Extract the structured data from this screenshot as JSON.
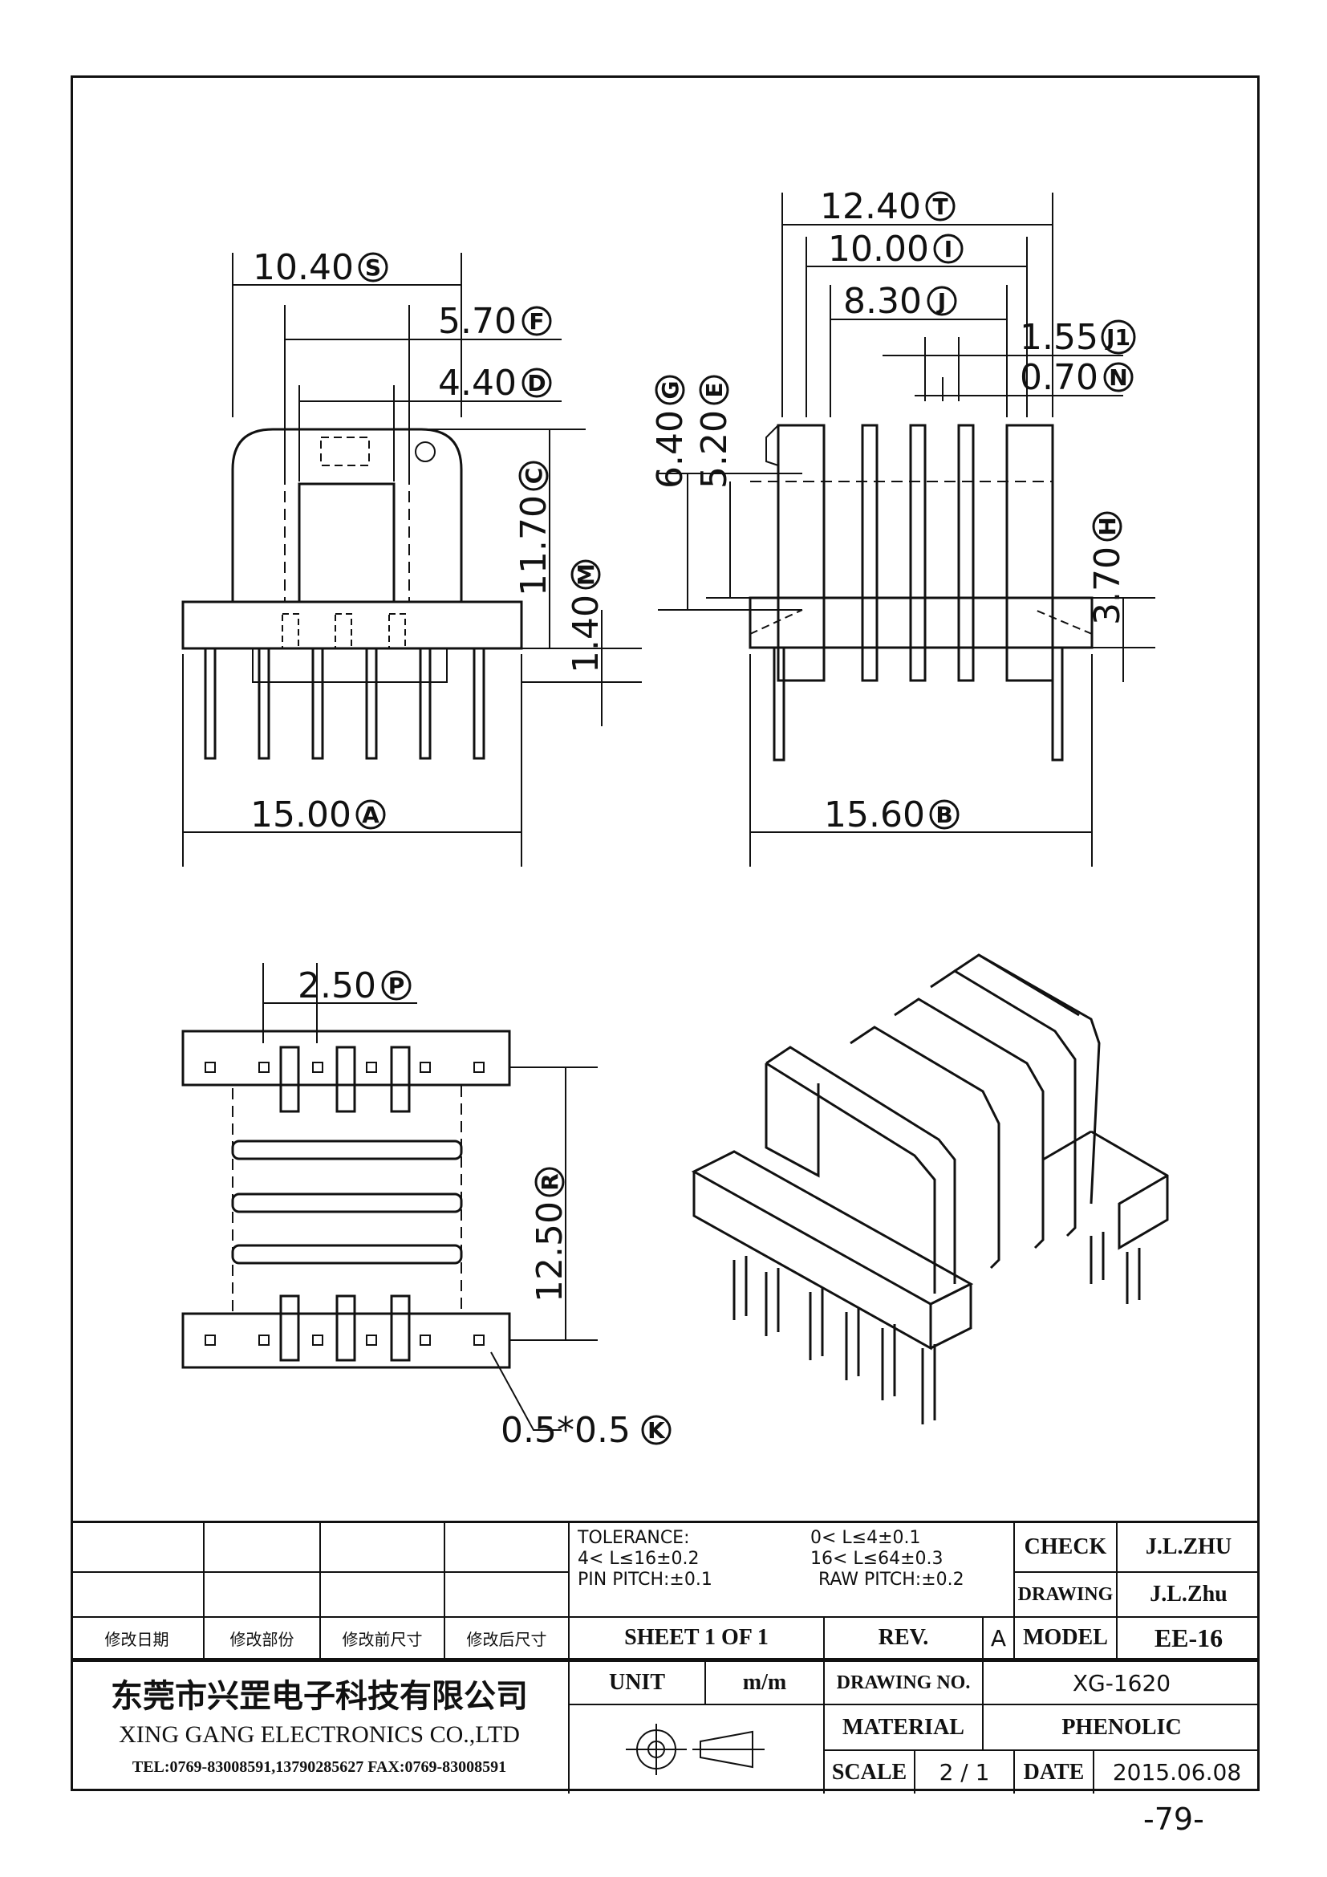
{
  "drawing": {
    "front_view": {
      "dims": [
        {
          "value": "10.40",
          "tag": "S"
        },
        {
          "value": "5.70",
          "tag": "F"
        },
        {
          "value": "4.40",
          "tag": "D"
        },
        {
          "value": "11.70",
          "tag": "C"
        },
        {
          "value": "1.40",
          "tag": "M"
        },
        {
          "value": "15.00",
          "tag": "A"
        }
      ]
    },
    "side_view": {
      "dims": [
        {
          "value": "12.40",
          "tag": "T"
        },
        {
          "value": "10.00",
          "tag": "I"
        },
        {
          "value": "8.30",
          "tag": "J"
        },
        {
          "value": "1.55",
          "tag": "J1"
        },
        {
          "value": "0.70",
          "tag": "N"
        },
        {
          "value": "6.40",
          "tag": "G"
        },
        {
          "value": "5.20",
          "tag": "E"
        },
        {
          "value": "3.70",
          "tag": "H"
        },
        {
          "value": "15.60",
          "tag": "B"
        }
      ]
    },
    "bottom_view": {
      "dims": [
        {
          "value": "2.50",
          "tag": "P"
        },
        {
          "value": "12.50",
          "tag": "R"
        },
        {
          "value": "0.5*0.5",
          "tag": "K"
        }
      ]
    }
  },
  "title_block": {
    "tolerance_label": "TOLERANCE:",
    "tol_1": "0< L≤4±0.1",
    "tol_2": "4< L≤16±0.2",
    "tol_3": "16< L≤64±0.3",
    "pin_pitch": "PIN PITCH:±0.1",
    "raw_pitch": "RAW PITCH:±0.2",
    "check_label": "CHECK",
    "check_value": "J.L.ZHU",
    "drawing_label": "DRAWING",
    "drawing_value": "J.L.Zhu",
    "rev_headers": [
      "修改日期",
      "修改部份",
      "修改前尺寸",
      "修改后尺寸"
    ],
    "sheet": "SHEET 1 OF 1",
    "rev_label": "REV.",
    "rev_value": "A",
    "model_label": "MODEL",
    "model_value": "EE-16",
    "company_cn": "东莞市兴罡电子科技有限公司",
    "company_en": "XING GANG ELECTRONICS CO.,LTD",
    "contact": "TEL:0769-83008591,13790285627 FAX:0769-83008591",
    "unit_label": "UNIT",
    "unit_value": "m/m",
    "drawing_no_label": "DRAWING NO.",
    "drawing_no_value": "XG-1620",
    "material_label": "MATERIAL",
    "material_value": "PHENOLIC",
    "scale_label": "SCALE",
    "scale_value": "2 / 1",
    "date_label": "DATE",
    "date_value": "2015.06.08"
  },
  "page_number": "-79-"
}
